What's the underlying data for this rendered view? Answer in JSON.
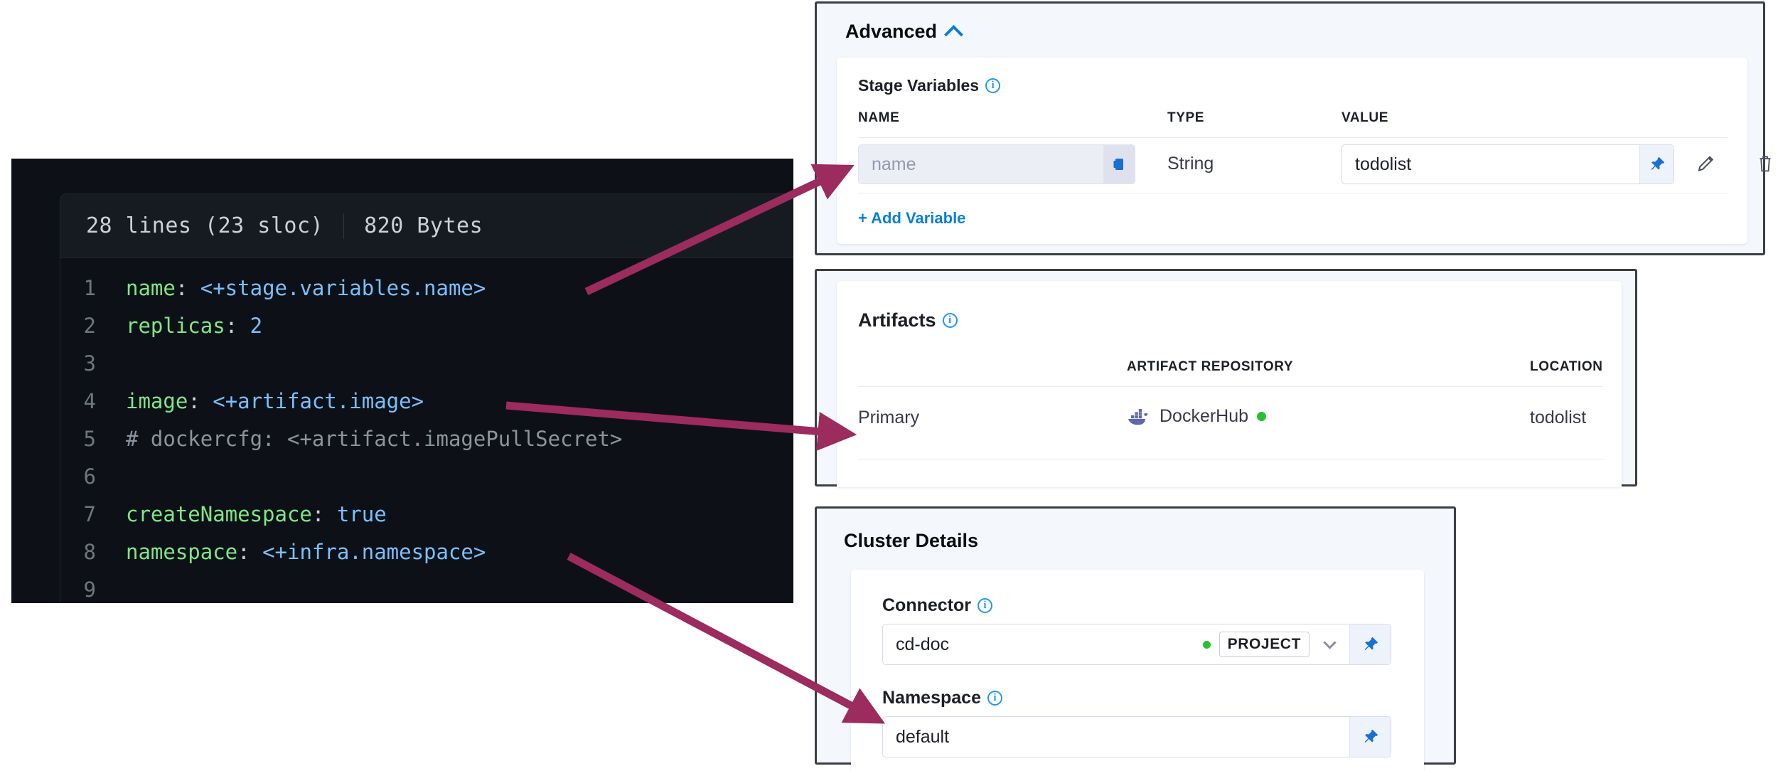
{
  "code_viewer": {
    "lines_meta": "28 lines (23 sloc)",
    "size_meta": "820 Bytes",
    "lines": [
      {
        "num": "1",
        "key": "name",
        "colon": ": ",
        "value": "<+stage.variables.name>",
        "kind": "expr"
      },
      {
        "num": "2",
        "key": "replicas",
        "colon": ": ",
        "value": "2",
        "kind": "expr"
      },
      {
        "num": "3",
        "key": "",
        "colon": "",
        "value": "",
        "kind": "blank"
      },
      {
        "num": "4",
        "key": "image",
        "colon": ": ",
        "value": "<+artifact.image>",
        "kind": "expr"
      },
      {
        "num": "5",
        "key": "",
        "colon": "",
        "value": "# dockercfg: <+artifact.imagePullSecret>",
        "kind": "comment"
      },
      {
        "num": "6",
        "key": "",
        "colon": "",
        "value": "",
        "kind": "blank"
      },
      {
        "num": "7",
        "key": "createNamespace",
        "colon": ": ",
        "value": "true",
        "kind": "expr"
      },
      {
        "num": "8",
        "key": "namespace",
        "colon": ": ",
        "value": "<+infra.namespace>",
        "kind": "expr"
      },
      {
        "num": "9",
        "key": "",
        "colon": "",
        "value": "",
        "kind": "blank"
      }
    ]
  },
  "advanced_panel": {
    "title": "Advanced",
    "collapse_icon": "chevron-up-icon",
    "stage_variables": {
      "label": "Stage Variables",
      "info_icon": "info-icon",
      "columns": {
        "name": "NAME",
        "type": "TYPE",
        "value": "VALUE"
      },
      "rows": [
        {
          "name_placeholder": "name",
          "name_value": "",
          "name_trailing_icon": "variable-icon",
          "type": "String",
          "value": "todolist",
          "value_pin_icon": "pin-icon",
          "edit_icon": "pencil-icon",
          "delete_icon": "trash-icon"
        }
      ],
      "add_variable_label": "+ Add Variable"
    }
  },
  "artifacts_panel": {
    "label": "Artifacts",
    "info_icon": "info-icon",
    "columns": {
      "repository": "ARTIFACT REPOSITORY",
      "location": "LOCATION"
    },
    "rows": [
      {
        "type": "Primary",
        "repository_icon": "docker-icon",
        "repository": "DockerHub",
        "status_icon": "green-dot-icon",
        "location": "todolist"
      }
    ]
  },
  "cluster_details_panel": {
    "title": "Cluster Details",
    "connector": {
      "label": "Connector",
      "info_icon": "info-icon",
      "value": "cd-doc",
      "status_icon": "green-dot-icon",
      "scope_tag": "PROJECT",
      "dropdown_icon": "chevron-down-icon",
      "pin_icon": "pin-icon"
    },
    "namespace": {
      "label": "Namespace",
      "info_icon": "info-icon",
      "value": "default",
      "pin_icon": "pin-icon"
    }
  },
  "annotations": {
    "arrow_color": "#9c2b5e",
    "arrows": [
      {
        "name": "arrow-to-stage-variable-name",
        "from": "code-line-1",
        "to": "stage-variable-name-field"
      },
      {
        "name": "arrow-to-artifact-primary",
        "from": "code-line-4",
        "to": "artifacts-primary-row"
      },
      {
        "name": "arrow-to-namespace-field",
        "from": "code-line-8",
        "to": "namespace-input"
      }
    ]
  }
}
